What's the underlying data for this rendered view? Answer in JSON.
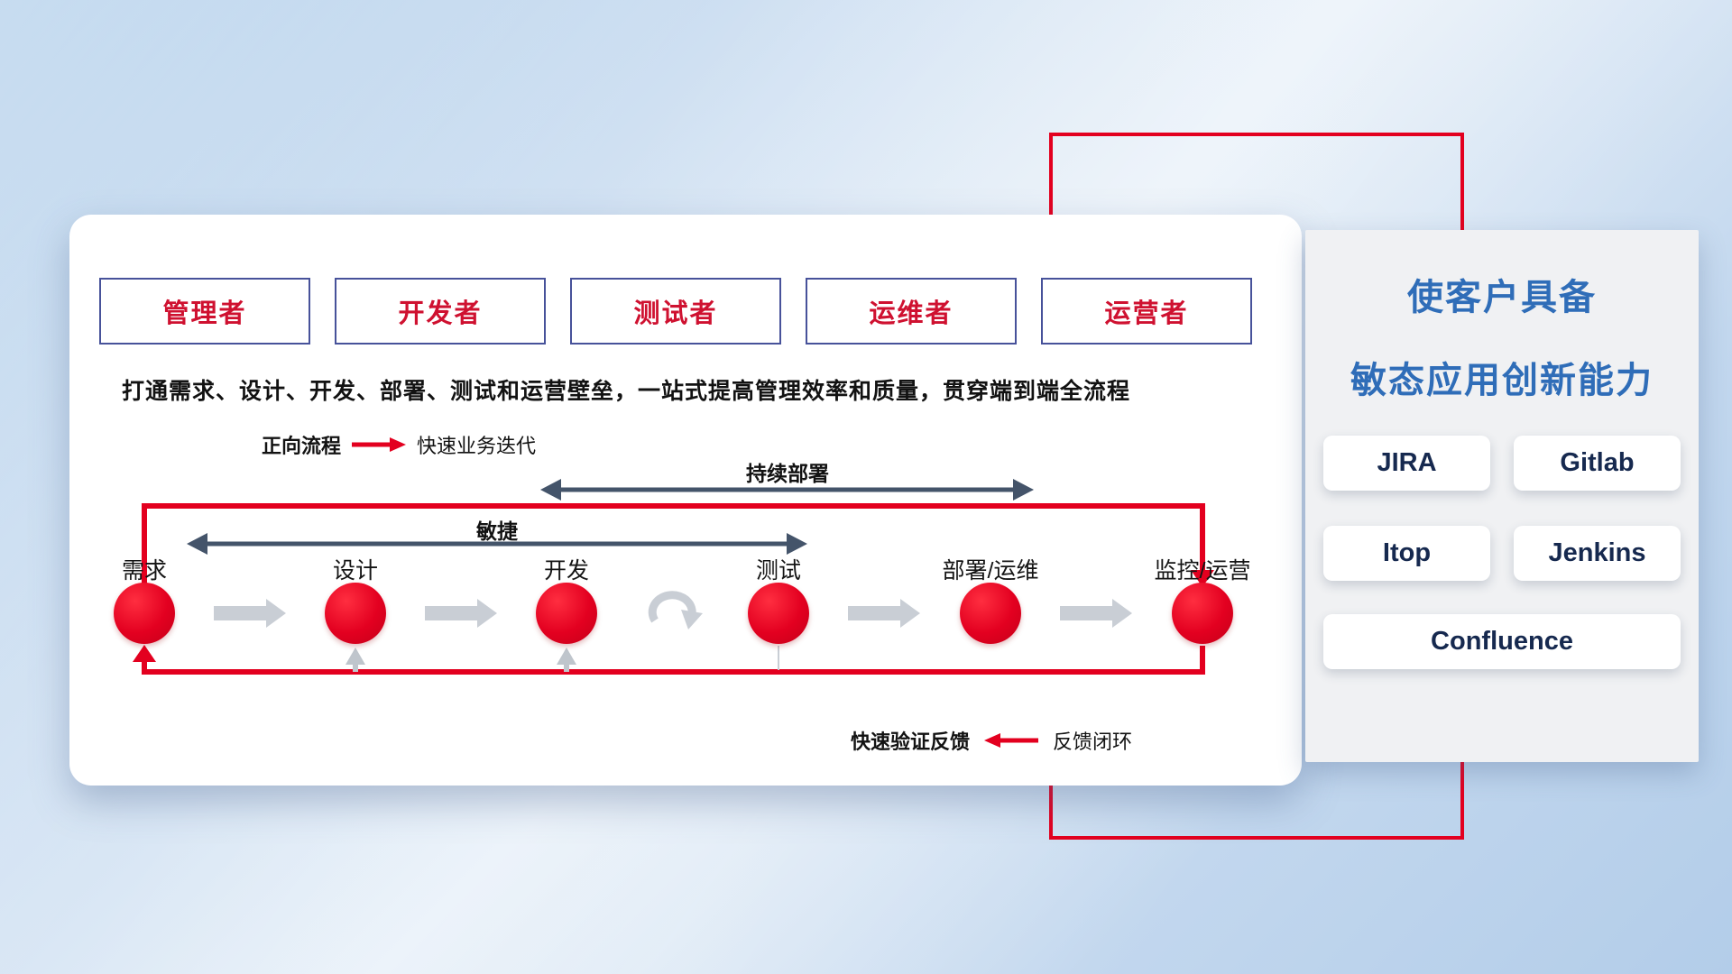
{
  "card": {
    "roles": [
      "管理者",
      "开发者",
      "测试者",
      "运维者",
      "运营者"
    ],
    "description": "打通需求、设计、开发、部署、测试和运营壁垒，一站式提高管理效率和质量，贯穿端到端全流程",
    "legend_forward": {
      "label": "正向流程",
      "value": "快速业务迭代"
    },
    "span_arrows": {
      "continuous_deployment": "持续部署",
      "agile": "敏捷"
    },
    "stages": [
      "需求",
      "设计",
      "开发",
      "测试",
      "部署/运维",
      "监控/运营"
    ],
    "legend_feedback": {
      "value": "快速验证反馈",
      "label": "反馈闭环"
    }
  },
  "panel": {
    "title_line1": "使客户具备",
    "title_line2": "敏态应用创新能力",
    "tools": [
      "JIRA",
      "Gitlab",
      "Itop",
      "Jenkins",
      "Confluence"
    ]
  },
  "colors": {
    "accent_red": "#e3001f",
    "title_blue": "#2f6db8",
    "slate_arrow": "#44546a",
    "gray_arrow": "#c9ced5",
    "role_text_red": "#cf1130",
    "role_border_indigo": "#47529a"
  }
}
